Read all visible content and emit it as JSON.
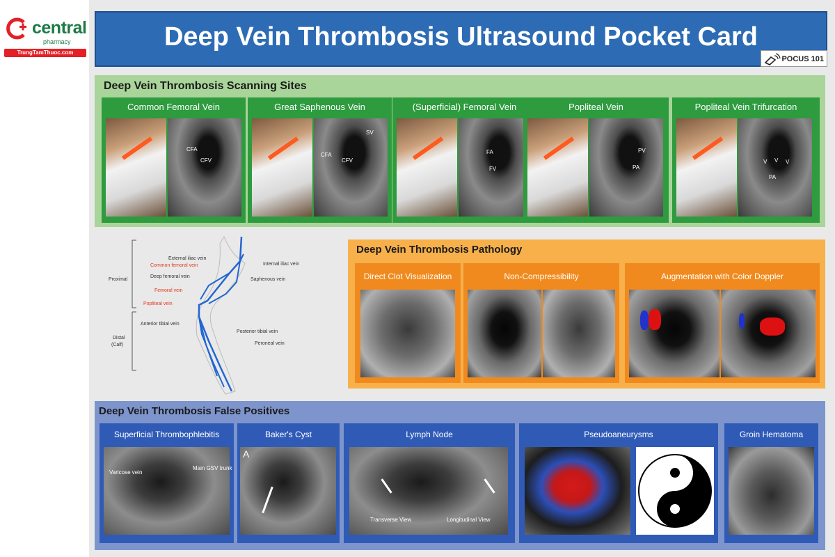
{
  "logo": {
    "name": "central",
    "sub": "pharmacy",
    "site": "TrungTamThuoc.com"
  },
  "title": "Deep Vein Thrombosis Ultrasound Pocket Card",
  "badge": "POCUS 101",
  "scanning": {
    "title": "Deep Vein Thrombosis Scanning Sites",
    "sites": [
      {
        "label": "Common Femoral Vein",
        "tags": [
          "CFA",
          "CFV"
        ]
      },
      {
        "label": "Great Saphenous Vein",
        "tags": [
          "CFA",
          "CFV",
          "SV"
        ]
      },
      {
        "label": "(Superficial) Femoral Vein",
        "tags": [
          "FA",
          "FV"
        ]
      },
      {
        "label": "Popliteal Vein",
        "tags": [
          "PV",
          "PA"
        ]
      },
      {
        "label": "Popliteal Vein Trifurcation",
        "tags": [
          "V",
          "V",
          "V",
          "PA"
        ]
      }
    ]
  },
  "anatomy": {
    "proximal": "Proximal",
    "distal": "Distal",
    "calf": "(Calf)",
    "labels": {
      "external_iliac": "External iliac vein",
      "common_femoral": "Common femoral vein",
      "deep_femoral": "Deep femoral vein",
      "femoral": "Femoral vein",
      "popliteal": "Popliteal vein",
      "anterior_tibial": "Anterior tibial vein",
      "internal_iliac": "Internal iliac vein",
      "saphenous": "Saphenous vein",
      "posterior_tibial": "Posterior tibial vein",
      "peroneal": "Peroneal vein"
    }
  },
  "pathology": {
    "title": "Deep Vein Thrombosis Pathology",
    "cards": [
      "Direct Clot Visualization",
      "Non-Compressibility",
      "Augmentation with Color Doppler"
    ]
  },
  "false_positives": {
    "title": "Deep Vein Thrombosis False Positives",
    "cards": [
      "Superficial Thrombophlebitis",
      "Baker's Cyst",
      "Lymph Node",
      "Pseudoaneurysms",
      "Groin Hematoma"
    ],
    "captions": {
      "varicose": "Varicose vein",
      "main_gsv": "Main GSV trunk",
      "panel_a": "A",
      "transverse": "Transverse View",
      "longitudinal": "Longitudinal View"
    }
  },
  "colors": {
    "title_blue": "#2d6bb5",
    "scan_green": "#2e9b3e",
    "path_orange": "#f08a1e",
    "fp_blue": "#2f5bb7"
  }
}
